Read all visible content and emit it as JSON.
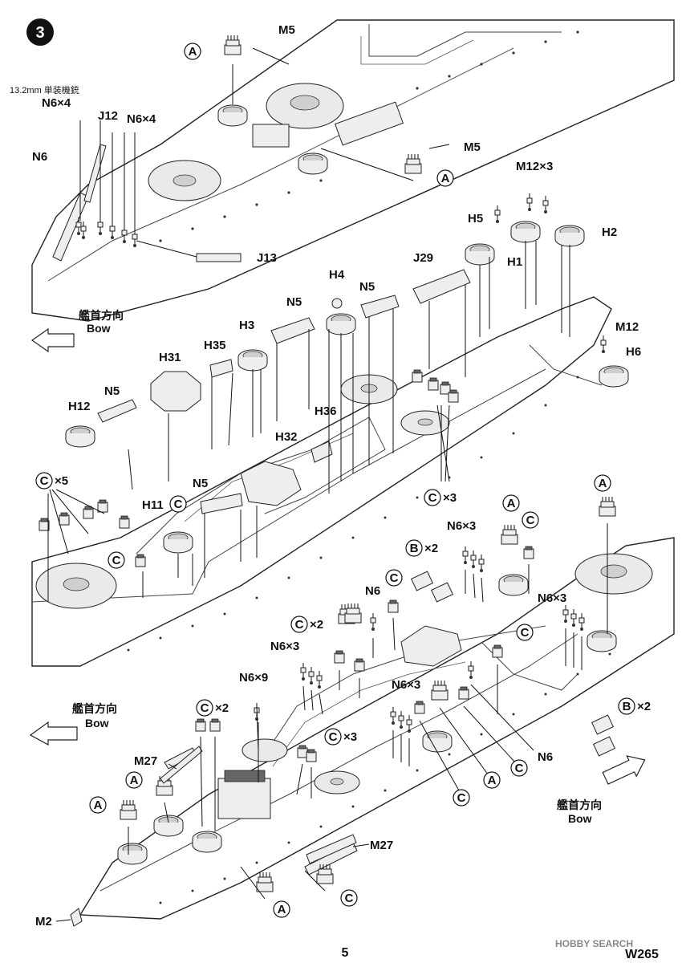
{
  "step": {
    "number": "3"
  },
  "page": {
    "number": "5",
    "code": "W265"
  },
  "watermark": {
    "text": "HOBBY SEARCH"
  },
  "bow": {
    "jp": "艦首方向",
    "en": "Bow"
  },
  "annotations": {
    "mg_note": "13.2mm 単装機銃"
  },
  "labels": {
    "M5": "M5",
    "M12x3": "M12×3",
    "M12": "M12",
    "N6x4": "N6×4",
    "N6": "N6",
    "N6x3": "N6×3",
    "N6x9": "N6×9",
    "N5": "N5",
    "J12": "J12",
    "J13": "J13",
    "J29": "J29",
    "H1": "H1",
    "H2": "H2",
    "H3": "H3",
    "H4": "H4",
    "H5": "H5",
    "H6": "H6",
    "H11": "H11",
    "H12": "H12",
    "H31": "H31",
    "H32": "H32",
    "H35": "H35",
    "H36": "H36",
    "M2": "M2",
    "M27": "M27",
    "A": "A",
    "B": "B",
    "C": "C",
    "x2": "×2",
    "x3": "×3",
    "x5": "×5"
  }
}
